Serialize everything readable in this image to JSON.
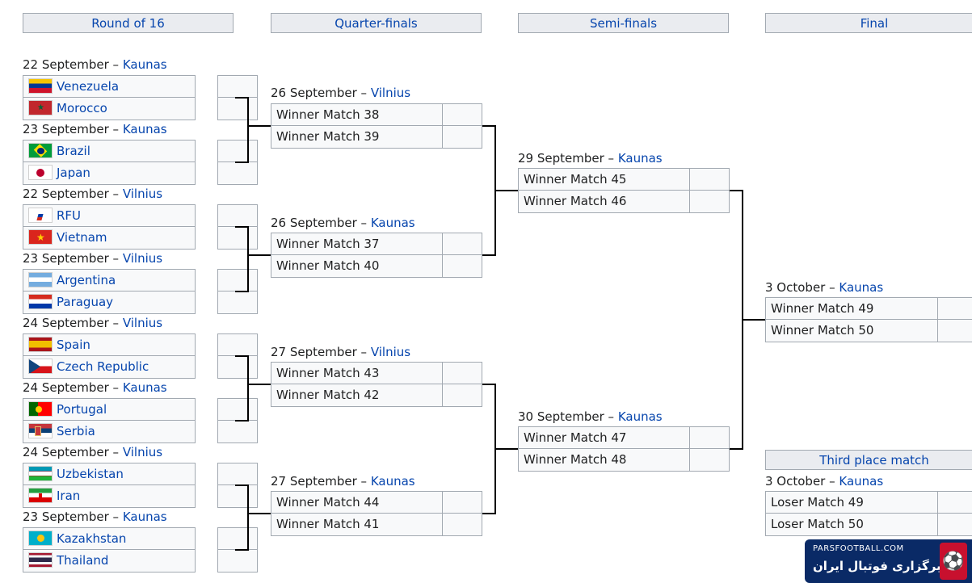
{
  "rounds": {
    "r16": "Round of 16",
    "qf": "Quarter-finals",
    "sf": "Semi-finals",
    "final": "Final",
    "third": "Third place match"
  },
  "matches": {
    "r16_1": {
      "date": "22 September",
      "sep": "–",
      "venue": "Kaunas",
      "team1": "Venezuela",
      "flag1": "venezuela-flag-icon",
      "team2": "Morocco",
      "flag2": "morocco-flag-icon"
    },
    "r16_2": {
      "date": "23 September",
      "sep": "–",
      "venue": "Kaunas",
      "team1": "Brazil",
      "flag1": "brazil-flag-icon",
      "team2": "Japan",
      "flag2": "japan-flag-icon"
    },
    "r16_3": {
      "date": "22 September",
      "sep": "–",
      "venue": "Vilnius",
      "team1": "RFU",
      "flag1": "rfu-flag-icon",
      "team2": "Vietnam",
      "flag2": "vietnam-flag-icon"
    },
    "r16_4": {
      "date": "23 September",
      "sep": "–",
      "venue": "Vilnius",
      "team1": "Argentina",
      "flag1": "argentina-flag-icon",
      "team2": "Paraguay",
      "flag2": "paraguay-flag-icon"
    },
    "r16_5": {
      "date": "24 September",
      "sep": "–",
      "venue": "Vilnius",
      "team1": "Spain",
      "flag1": "spain-flag-icon",
      "team2": "Czech Republic",
      "flag2": "czech-flag-icon"
    },
    "r16_6": {
      "date": "24 September",
      "sep": "–",
      "venue": "Kaunas",
      "team1": "Portugal",
      "flag1": "portugal-flag-icon",
      "team2": "Serbia",
      "flag2": "serbia-flag-icon"
    },
    "r16_7": {
      "date": "24 September",
      "sep": "–",
      "venue": "Vilnius",
      "team1": "Uzbekistan",
      "flag1": "uzbekistan-flag-icon",
      "team2": "Iran",
      "flag2": "iran-flag-icon"
    },
    "r16_8": {
      "date": "23 September",
      "sep": "–",
      "venue": "Kaunas",
      "team1": "Kazakhstan",
      "flag1": "kazakhstan-flag-icon",
      "team2": "Thailand",
      "flag2": "thailand-flag-icon"
    },
    "qf_1": {
      "date": "26 September",
      "sep": "–",
      "venue": "Vilnius",
      "team1": "Winner Match 38",
      "team2": "Winner Match 39"
    },
    "qf_2": {
      "date": "26 September",
      "sep": "–",
      "venue": "Kaunas",
      "team1": "Winner Match 37",
      "team2": "Winner Match 40"
    },
    "qf_3": {
      "date": "27 September",
      "sep": "–",
      "venue": "Vilnius",
      "team1": "Winner Match 43",
      "team2": "Winner Match 42"
    },
    "qf_4": {
      "date": "27 September",
      "sep": "–",
      "venue": "Kaunas",
      "team1": "Winner Match 44",
      "team2": "Winner Match 41"
    },
    "sf_1": {
      "date": "29 September",
      "sep": "–",
      "venue": "Kaunas",
      "team1": "Winner Match 45",
      "team2": "Winner Match 46"
    },
    "sf_2": {
      "date": "30 September",
      "sep": "–",
      "venue": "Kaunas",
      "team1": "Winner Match 47",
      "team2": "Winner Match 48"
    },
    "final": {
      "date": "3 October",
      "sep": "–",
      "venue": "Kaunas",
      "team1": "Winner Match 49",
      "team2": "Winner Match 50"
    },
    "third": {
      "date": "3 October",
      "sep": "–",
      "venue": "Kaunas",
      "team1": "Loser Match 49",
      "team2": "Loser Match 50"
    }
  },
  "watermark": {
    "site": "PARSFOOTBALL.COM",
    "tagline": "خبرگزاری فوتبال ایران",
    "logo_icon": "parsfootball-logo-icon"
  },
  "colors": {
    "link": "#0645ad",
    "header_bg": "#eaecf0",
    "border": "#a2a9b1",
    "cell_bg": "#f8f9fa"
  }
}
